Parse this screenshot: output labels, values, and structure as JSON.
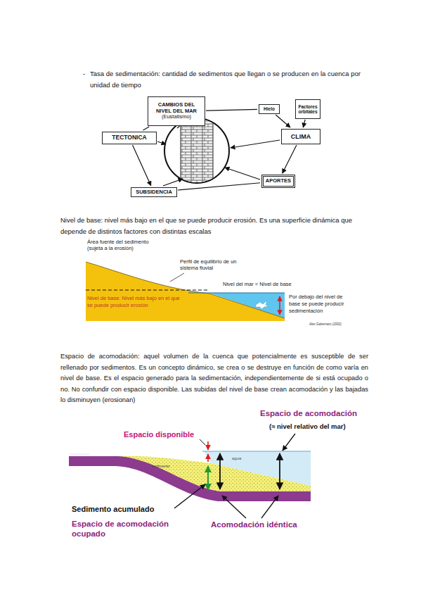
{
  "diagram": {
    "nodes": [
      {
        "text": [
          "CAMBIOS DEL NIVEL DEL MAR",
          "(Eustatismo)"
        ]
      },
      {
        "text": [
          "Hielo"
        ]
      },
      {
        "text": [
          "Factores orbitales"
        ]
      },
      {
        "text": [
          "TECTONICA"
        ]
      },
      {
        "text": [
          "CLIMA"
        ]
      },
      {
        "text": [
          "SUBSIDENCIA"
        ]
      },
      {
        "text": [
          "APORTES"
        ]
      }
    ],
    "edges": [
      {
        "from": 0,
        "to": 3,
        "arrow": "none"
      },
      {
        "from": 0,
        "to": 1,
        "arrow": "none"
      },
      {
        "from": 1,
        "to": 4,
        "arrow": "to"
      },
      {
        "from": 2,
        "to": 4,
        "arrow": "to"
      },
      {
        "from": 3,
        "to": 5,
        "arrow": "to"
      },
      {
        "from": 5,
        "to": 6,
        "arrow": "none"
      },
      {
        "from": 4,
        "to": 6,
        "arrow": "to"
      }
    ],
    "labels": [
      "-",
      "Tasa de sedimentación: cantidad de sedimentos que llegan o se producen en la cuenca por unidad de tiempo",
      "Nivel de base: nivel más bajo en el que se puede producir erosión. Es una superficie dinámica que depende de distintos factores con distintas escalas",
      "Área fuente del sedimento (sujeta a la erosión)",
      "Perfil de equilibrio de un sistema fluvial",
      "Nivel del mar = Nivel de base",
      "Nivel de base: Nivel más bajo en el que se puede producir erosión",
      "Por debajo del nivel de base se puede producir sedimentación",
      "Alex Gabernaro (2002)",
      "Espacio de acomodación: aquel volumen de la cuenca que potencialmente es susceptible de ser rellenado por sedimentos. Es un concepto dinámico, se crea o se destruye en función de como varía en nivel de base. Es el espacio generado para la sedimentación, independientemente de si está ocupado o no. No confundir con espacio disponible. Las subidas del nivel de base crean acomodación y las bajadas lo disminuyen (erosionan)",
      "Espacio de acomodación",
      "(≈ nivel relativo del mar)",
      "Espacio disponible",
      "basamento",
      "sedimento",
      "agua",
      "Sedimento acumulado",
      "Espacio de acomodación ocupado",
      "Acomodación idéntica"
    ]
  }
}
